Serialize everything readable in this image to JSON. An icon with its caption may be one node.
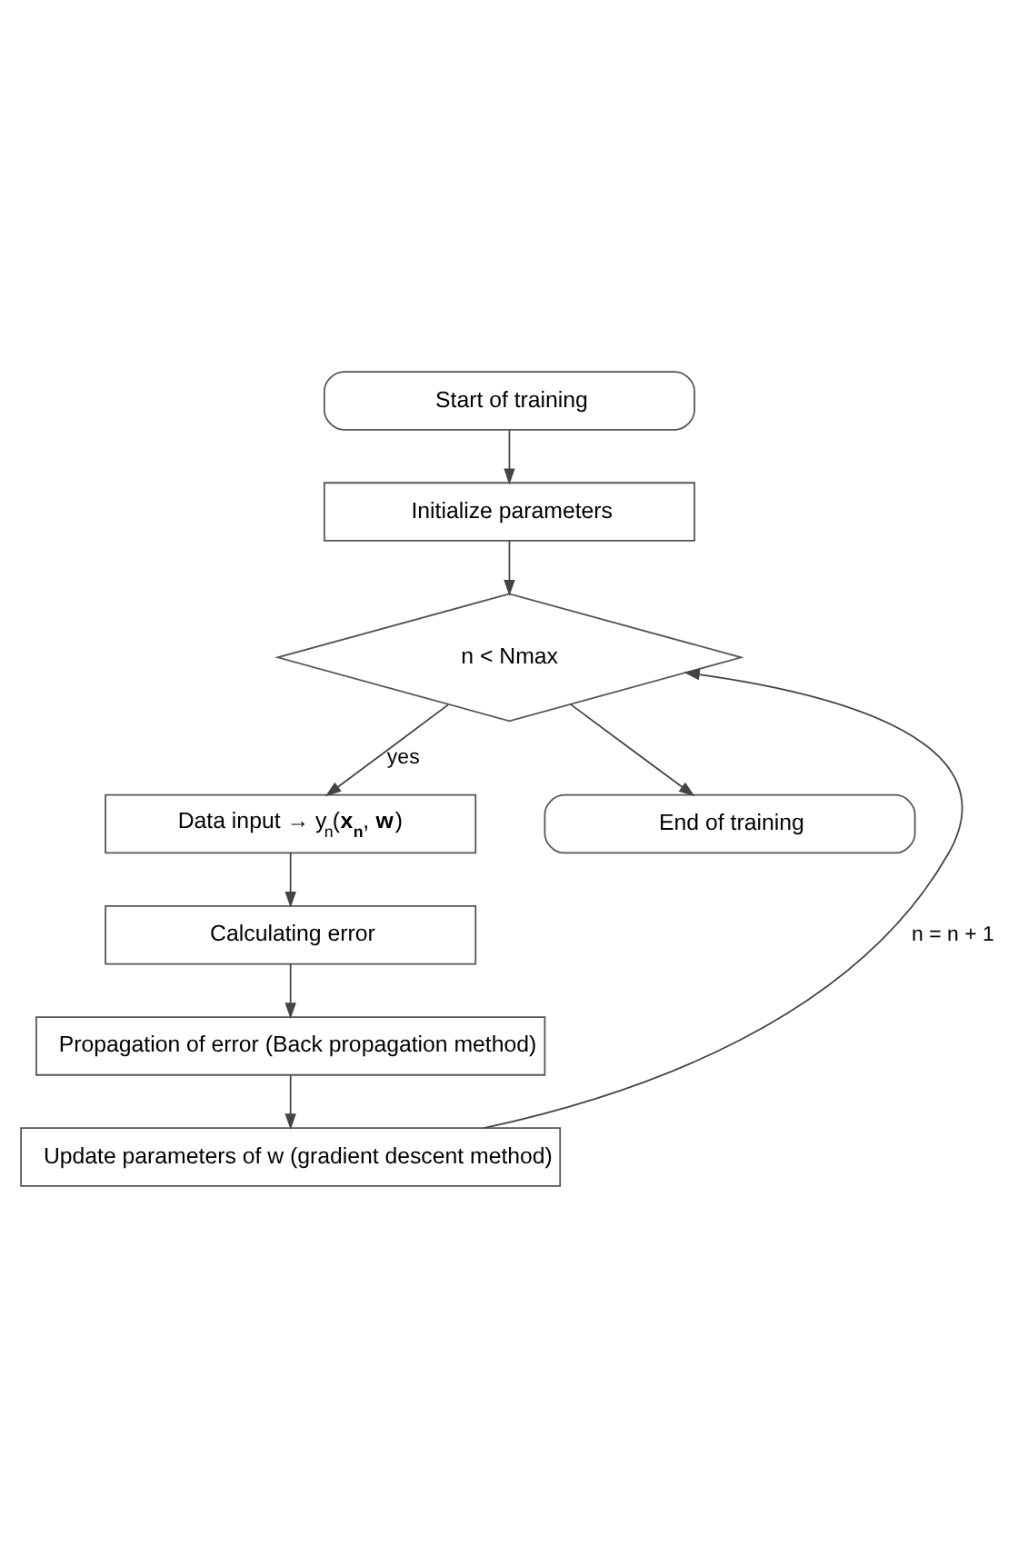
{
  "diagram": {
    "nodes": [
      {
        "text": [
          "Start of training"
        ]
      },
      {
        "text": [
          "Initialize parameters"
        ]
      },
      {
        "text": [
          "n < Nmax"
        ]
      },
      {
        "text": [
          "Data input → y$_{n}$(**x$_{n}$**, **w**)"
        ]
      },
      {
        "text": [
          "Calculating error"
        ]
      },
      {
        "text": [
          "Propagation of error (Back propagation method)"
        ]
      },
      {
        "text": [
          "Update parameters of w (gradient descent method)"
        ]
      },
      {
        "text": [
          "End of training"
        ]
      }
    ],
    "edges": [
      {
        "from": 0,
        "to": 1,
        "arrow": "to"
      },
      {
        "from": 1,
        "to": 2,
        "arrow": "to"
      },
      {
        "from": 2,
        "to": 3,
        "arrow": "to",
        "label": "yes"
      },
      {
        "from": 3,
        "to": 4,
        "arrow": "to"
      },
      {
        "from": 4,
        "to": 5,
        "arrow": "to"
      },
      {
        "from": 5,
        "to": 6,
        "arrow": "to"
      },
      {
        "from": 6,
        "to": 2,
        "arrow": "to",
        "label": "n = n + 1"
      },
      {
        "from": 2,
        "to": 7,
        "arrow": "to"
      }
    ]
  }
}
